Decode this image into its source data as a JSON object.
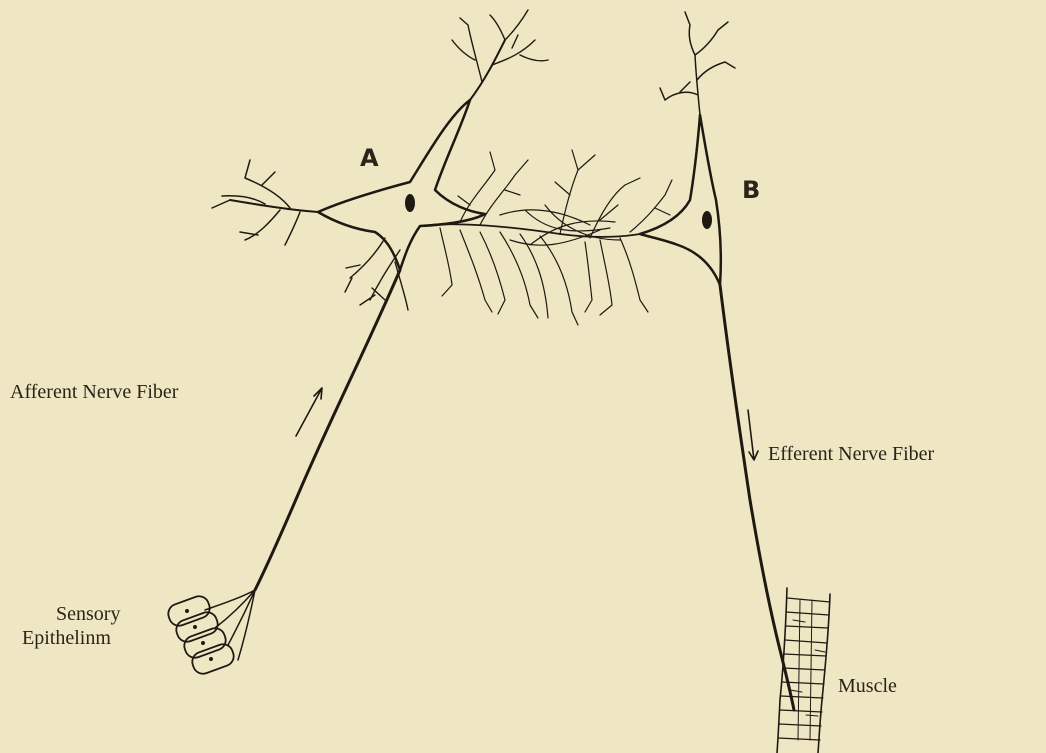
{
  "labels": {
    "neuron_a": "A",
    "neuron_b": "B",
    "afferent": "Afferent Nerve Fiber",
    "efferent": "Efferent Nerve Fiber",
    "sensory_line1": "Sensory",
    "sensory_line2": "Epithelinm",
    "muscle": "Muscle"
  },
  "colors": {
    "background": "#efe6c4",
    "ink": "#1e1a12"
  }
}
